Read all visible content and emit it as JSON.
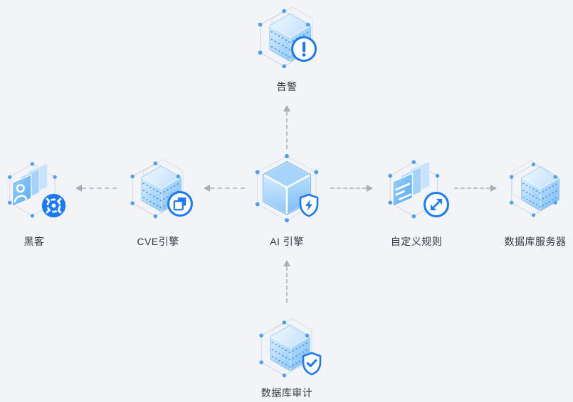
{
  "diagram": {
    "title": "database security topology",
    "colors": {
      "background": "#f3f4f7",
      "accent_blue": "#1a7af8",
      "cube_fill_light": "#ddeffe",
      "cube_fill_dark": "#7bbdf6",
      "frame_gray": "#cfd4dc",
      "vertex_dot_blue": "#4b9ff7",
      "arrow_gray": "#bcc0c8",
      "label_text": "#333840"
    },
    "nodes": {
      "alert": {
        "label": "告警",
        "icon": "database-cube-icon",
        "badge": "exclamation-circle"
      },
      "hacker": {
        "label": "黑客",
        "icon": "layers-user-icon",
        "badge": "target-circle"
      },
      "cve": {
        "label": "CVE引擎",
        "icon": "database-cube-icon",
        "badge": "copy-circle"
      },
      "ai": {
        "label": "AI 引擎",
        "icon": "cube-3d-icon",
        "badge": "shield-lightning"
      },
      "rules": {
        "label": "自定义规则",
        "icon": "layers-rules-icon",
        "badge": "expand-circle"
      },
      "dbserver": {
        "label": "数据库服务器",
        "icon": "database-cube-icon",
        "badge": "none"
      },
      "audit": {
        "label": "数据库审计",
        "icon": "database-cube-icon",
        "badge": "shield-check"
      }
    },
    "connections": [
      {
        "from": "cve",
        "to": "hacker",
        "direction": "left"
      },
      {
        "from": "ai",
        "to": "cve",
        "direction": "left"
      },
      {
        "from": "ai",
        "to": "rules",
        "direction": "right"
      },
      {
        "from": "rules",
        "to": "dbserver",
        "direction": "right"
      },
      {
        "from": "ai",
        "to": "alert",
        "direction": "up"
      },
      {
        "from": "audit",
        "to": "ai",
        "direction": "up"
      }
    ]
  }
}
